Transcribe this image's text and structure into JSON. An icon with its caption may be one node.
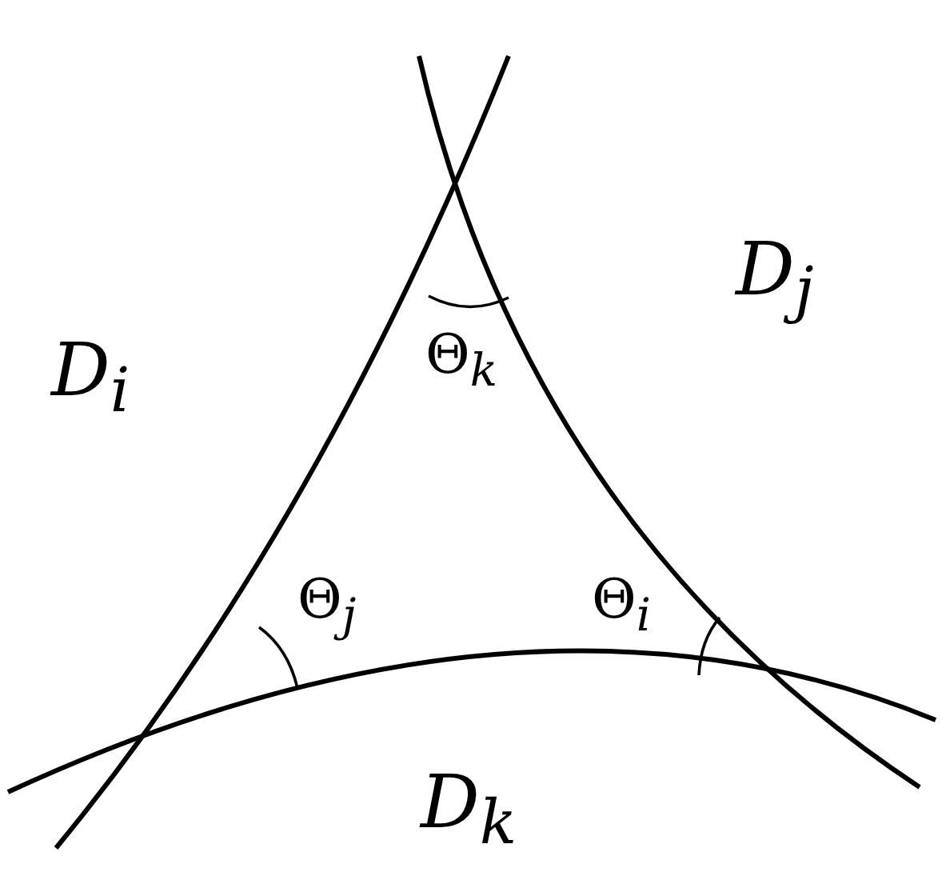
{
  "diagram": {
    "labels": [
      "D$_{j}$",
      "D$_{i}$",
      "Θ$_{k}$",
      "Θ$_{j}$",
      "Θ$_{i}$",
      "D$_{k}$"
    ]
  }
}
